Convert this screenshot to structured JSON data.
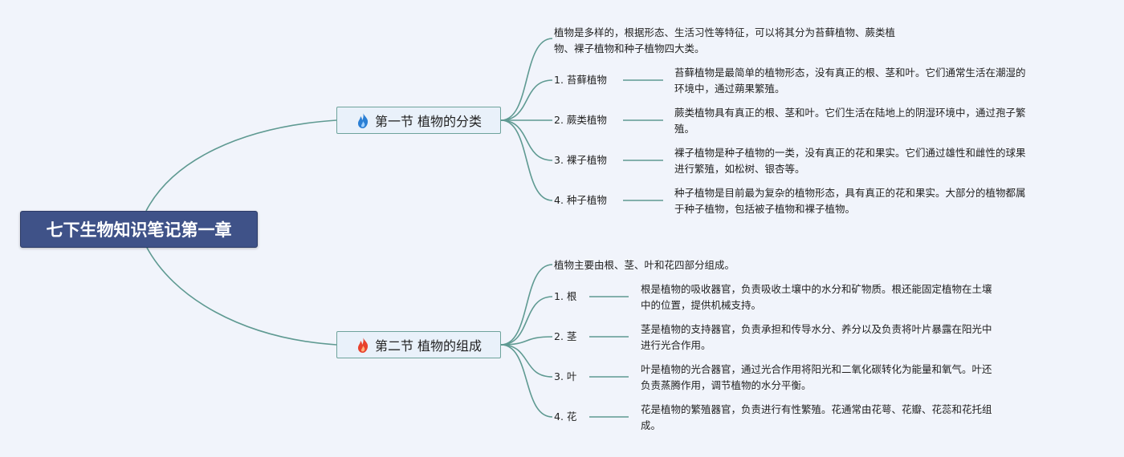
{
  "root": {
    "title": "七下生物知识笔记第一章"
  },
  "colors": {
    "root_bg": "#3f5288",
    "link": "#5f9a92",
    "section_bg": "#e9f1fa",
    "icon_blue": "#2a7fd4",
    "icon_red": "#e8412c"
  },
  "sections": [
    {
      "title": "第一节 植物的分类",
      "icon": "fire-blue-icon",
      "intro": [
        "植物是多样的，根据形态、生活习性等特征，可以将其分为苔藓植物、蕨类植",
        "物、裸子植物和种子植物四大类。"
      ],
      "items": [
        {
          "label": "1. 苔藓植物",
          "desc": [
            "苔藓植物是最简单的植物形态，没有真正的根、茎和叶。它们通常生活在潮湿的",
            "环境中，通过蒴果繁殖。"
          ]
        },
        {
          "label": "2. 蕨类植物",
          "desc": [
            "蕨类植物具有真正的根、茎和叶。它们生活在陆地上的阴湿环境中，通过孢子繁",
            "殖。"
          ]
        },
        {
          "label": "3. 裸子植物",
          "desc": [
            "裸子植物是种子植物的一类，没有真正的花和果实。它们通过雄性和雌性的球果",
            "进行繁殖，如松树、银杏等。"
          ]
        },
        {
          "label": "4. 种子植物",
          "desc": [
            "种子植物是目前最为复杂的植物形态，具有真正的花和果实。大部分的植物都属",
            "于种子植物，包括被子植物和裸子植物。"
          ]
        }
      ]
    },
    {
      "title": "第二节 植物的组成",
      "icon": "fire-red-icon",
      "intro": [
        "植物主要由根、茎、叶和花四部分组成。"
      ],
      "items": [
        {
          "label": "1. 根",
          "desc": [
            "根是植物的吸收器官，负责吸收土壤中的水分和矿物质。根还能固定植物在土壤",
            "中的位置，提供机械支持。"
          ]
        },
        {
          "label": "2. 茎",
          "desc": [
            "茎是植物的支持器官，负责承担和传导水分、养分以及负责将叶片暴露在阳光中",
            "进行光合作用。"
          ]
        },
        {
          "label": "3. 叶",
          "desc": [
            "叶是植物的光合器官，通过光合作用将阳光和二氧化碳转化为能量和氧气。叶还",
            "负责蒸腾作用，调节植物的水分平衡。"
          ]
        },
        {
          "label": "4. 花",
          "desc": [
            "花是植物的繁殖器官，负责进行有性繁殖。花通常由花萼、花瓣、花蕊和花托组",
            "成。"
          ]
        }
      ]
    }
  ]
}
